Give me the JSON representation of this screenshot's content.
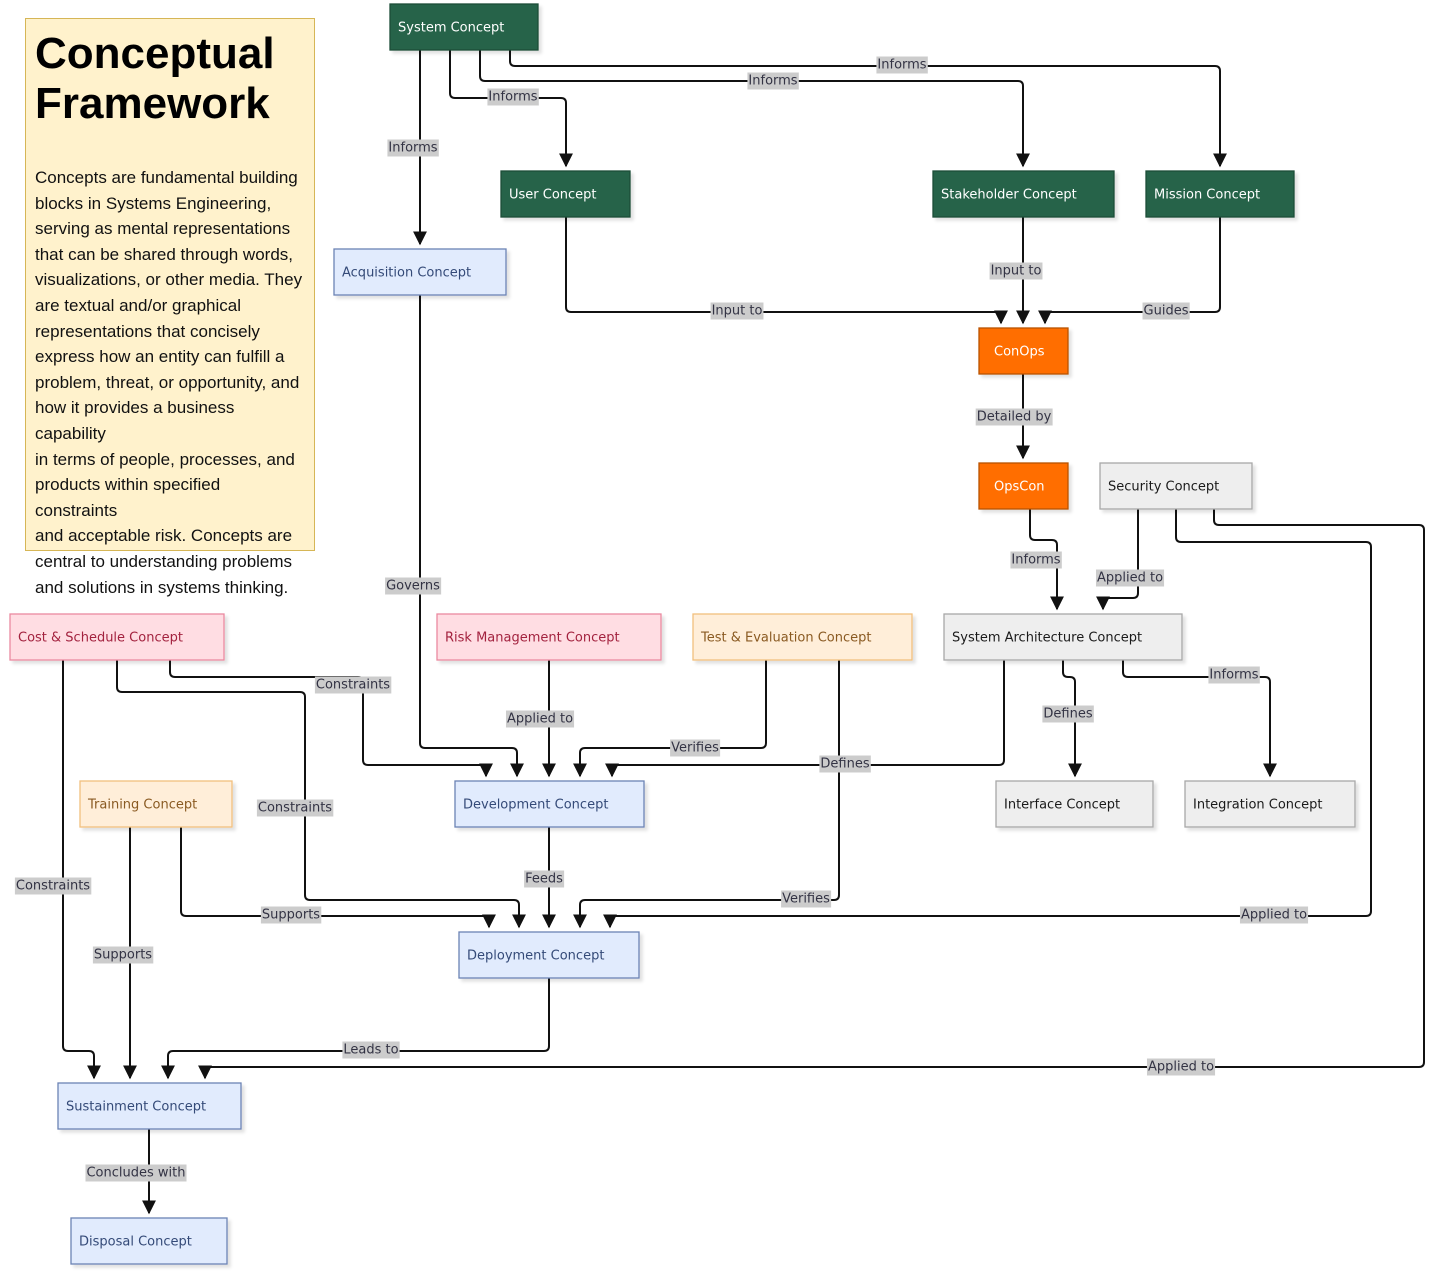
{
  "intro": {
    "title": "Conceptual\nFramework",
    "body": "Concepts are fundamental building\nblocks in Systems Engineering,\nserving as mental representations\nthat can be shared through words,\nvisualizations, or other media.  They\nare textual and/or graphical\nrepresentations that concisely\nexpress how an entity can fulfill a\nproblem, threat, or opportunity, and\nhow it provides a business capability\nin terms of people, processes, and\nproducts within specified constraints\nand acceptable risk.  Concepts are\ncentral to understanding problems\nand solutions in systems thinking."
  },
  "styles": {
    "green": {
      "fill": "#276349",
      "stroke": "#1d4d38",
      "text": "#ffffff"
    },
    "orange": {
      "fill": "#ff6e00",
      "stroke": "#b85200",
      "text": "#ffffff"
    },
    "blue": {
      "fill": "#e1ebfd",
      "stroke": "#6c83b4",
      "text": "#344a78"
    },
    "gray": {
      "fill": "#eeeeee",
      "stroke": "#a8a8a8",
      "text": "#1a1a1a"
    },
    "pink": {
      "fill": "#ffdde3",
      "stroke": "#ea8aa0",
      "text": "#a3223f"
    },
    "peach": {
      "fill": "#ffeed9",
      "stroke": "#f2bf7e",
      "text": "#8a5a22"
    },
    "edge_color": "#111111",
    "edge_label_bg": "#cccccc"
  },
  "nodes": [
    {
      "id": "system",
      "label": "System Concept",
      "style": "green"
    },
    {
      "id": "user",
      "label": "User Concept",
      "style": "green"
    },
    {
      "id": "stakeholder",
      "label": "Stakeholder Concept",
      "style": "green"
    },
    {
      "id": "mission",
      "label": "Mission Concept",
      "style": "green"
    },
    {
      "id": "acquisition",
      "label": "Acquisition Concept",
      "style": "blue"
    },
    {
      "id": "conops",
      "label": "ConOps",
      "style": "orange"
    },
    {
      "id": "opscon",
      "label": "OpsCon",
      "style": "orange"
    },
    {
      "id": "security",
      "label": "Security Concept",
      "style": "gray"
    },
    {
      "id": "costsched",
      "label": "Cost & Schedule Concept",
      "style": "pink"
    },
    {
      "id": "risk",
      "label": "Risk Management Concept",
      "style": "pink"
    },
    {
      "id": "testeval",
      "label": "Test & Evaluation Concept",
      "style": "peach"
    },
    {
      "id": "sysarch",
      "label": "System Architecture Concept",
      "style": "gray"
    },
    {
      "id": "training",
      "label": "Training Concept",
      "style": "peach"
    },
    {
      "id": "development",
      "label": "Development Concept",
      "style": "blue"
    },
    {
      "id": "interface",
      "label": "Interface Concept",
      "style": "gray"
    },
    {
      "id": "integration",
      "label": "Integration Concept",
      "style": "gray"
    },
    {
      "id": "deployment",
      "label": "Deployment Concept",
      "style": "blue"
    },
    {
      "id": "sustainment",
      "label": "Sustainment Concept",
      "style": "blue"
    },
    {
      "id": "disposal",
      "label": "Disposal Concept",
      "style": "blue"
    }
  ],
  "edges": [
    {
      "from": "system",
      "to": "acquisition",
      "label": "Informs"
    },
    {
      "from": "system",
      "to": "user",
      "label": "Informs"
    },
    {
      "from": "system",
      "to": "stakeholder",
      "label": "Informs"
    },
    {
      "from": "system",
      "to": "mission",
      "label": "Informs"
    },
    {
      "from": "user",
      "to": "conops",
      "label": "Input to"
    },
    {
      "from": "stakeholder",
      "to": "conops",
      "label": "Input to"
    },
    {
      "from": "mission",
      "to": "conops",
      "label": "Guides"
    },
    {
      "from": "conops",
      "to": "opscon",
      "label": "Detailed by"
    },
    {
      "from": "opscon",
      "to": "sysarch",
      "label": "Informs"
    },
    {
      "from": "security",
      "to": "sysarch",
      "label": "Applied to"
    },
    {
      "from": "acquisition",
      "to": "development",
      "label": "Governs"
    },
    {
      "from": "costsched",
      "to": "development",
      "label": "Constraints"
    },
    {
      "from": "risk",
      "to": "development",
      "label": "Applied to"
    },
    {
      "from": "testeval",
      "to": "development",
      "label": "Verifies"
    },
    {
      "from": "sysarch",
      "to": "development",
      "label": "Defines"
    },
    {
      "from": "sysarch",
      "to": "interface",
      "label": "Defines"
    },
    {
      "from": "sysarch",
      "to": "integration",
      "label": "Informs"
    },
    {
      "from": "costsched",
      "to": "deployment",
      "label": "Constraints"
    },
    {
      "from": "training",
      "to": "deployment",
      "label": "Supports"
    },
    {
      "from": "development",
      "to": "deployment",
      "label": "Feeds"
    },
    {
      "from": "testeval",
      "to": "deployment",
      "label": "Verifies"
    },
    {
      "from": "security",
      "to": "deployment",
      "label": "Applied to"
    },
    {
      "from": "costsched",
      "to": "sustainment",
      "label": "Constraints"
    },
    {
      "from": "training",
      "to": "sustainment",
      "label": "Supports"
    },
    {
      "from": "deployment",
      "to": "sustainment",
      "label": "Leads to"
    },
    {
      "from": "security",
      "to": "sustainment",
      "label": "Applied to"
    },
    {
      "from": "sustainment",
      "to": "disposal",
      "label": "Concludes with"
    }
  ]
}
